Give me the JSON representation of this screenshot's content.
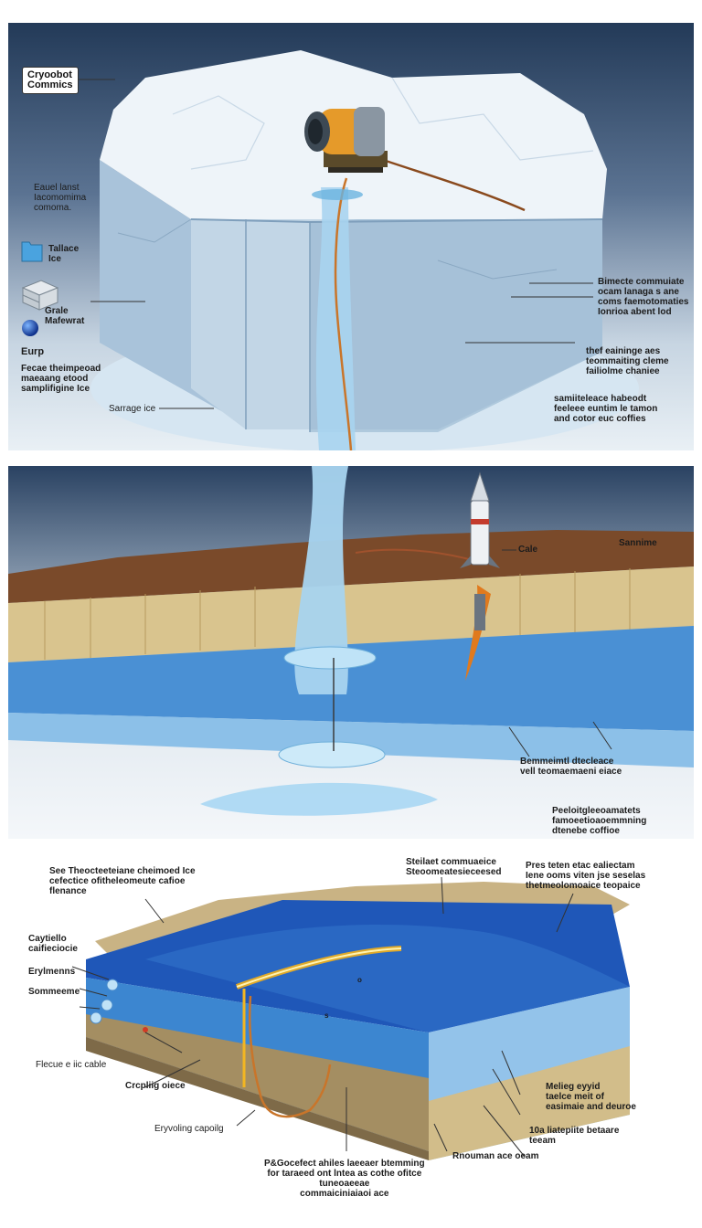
{
  "panel1": {
    "title": "Cryoobot\nCommics",
    "left_note": "Eauel lanst\nIacomomima\ncomoma.",
    "legend_ice": "Tallace\nIce",
    "legend_grate": "Grale\nMafewrat",
    "europa_heading": "Eurp",
    "europa_note": "Fecae theimpeoad\nmaeaang etood\nsamplifigine Ice",
    "surface_ice": "Sarrage ice",
    "right_note_1": "Bimecte commuiate\nocam lanaga s ane\ncoms faemotomaties\nIonrioa abent lod",
    "right_note_2": "thef eaininge aes\nteommaiting cleme\nfailiolme chaniee",
    "right_note_3": "samiiteleace habeodt\nfeeleee euntim le tamon\nand cotor euc coffies"
  },
  "panel2": {
    "probe_label": "Cale",
    "surface_label": "Sannime",
    "lower_note_1": "Bemmeimtl dtecleace\nvell teomaemaeni eiace",
    "lower_note_2": "Peeloitgleeoamatets\nfamoeetioaoemmning\ndtenebe coffioe"
  },
  "panel3": {
    "top_left_note": "See Theocteeteiane cheimoed Ice\ncefectice ofitheleomeute cafioe\nflenance",
    "top_center_note": "Steilaet commuaeice\nSteoomeatesieceesed",
    "top_right_note": "Pres teten etac ealiectam\nIene ooms viten jse seselas\nthetmeolomoaice teopaice",
    "left_label_1": "Caytiello\ncaifieciocie",
    "left_label_2": "Erylmenns",
    "left_label_3": "Sommeeme",
    "left_label_4": "Flecue e iic cable",
    "center_label_1": "Crcpliig oiece",
    "center_label_2": "Eryvoling capoilg",
    "right_label_1": "Melieg eyyid\ntaelce meit of\neasimaie and deuroe",
    "right_label_2": "10a liatepiite betaare\nteeam",
    "right_label_3": "Rnouman ace oeam",
    "bottom_note": "P&Gocefect ahiles laeeaer btemming\nfor taraeed ont lntea as cothe ofitce\ntuneoaeeae\ncommaiciniaiaoi ace",
    "marker_1": "o",
    "marker_2": "s"
  }
}
